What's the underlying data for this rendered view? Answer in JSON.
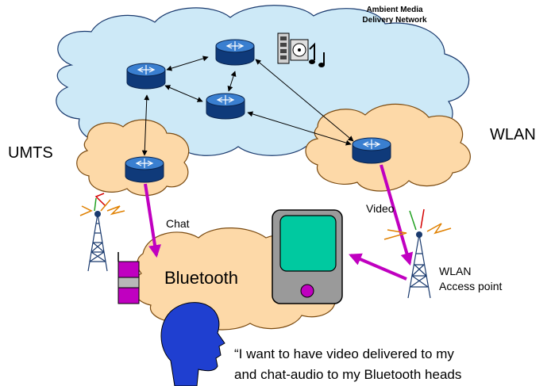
{
  "networks": {
    "core_title_line1": "Ambient Media",
    "core_title_line2": "Delivery Network",
    "umts": "UMTS",
    "wlan": "WLAN"
  },
  "flows": {
    "chat": "Chat",
    "video": "Video"
  },
  "bluetooth": "Bluetooth",
  "access_point": {
    "line1": "WLAN",
    "line2": "Access point"
  },
  "quote": {
    "line1": "“I want to have video delivered to my",
    "line2": "and chat-audio to my Bluetooth heads"
  },
  "colors": {
    "core_cloud": "#cde9f7",
    "access_cloud": "#fdd9a8",
    "router": "#1f5aa8",
    "flow_arrow": "#c000c0",
    "device_screen": "#00c9a0",
    "device_body": "#9a9a9a",
    "head": "#1f3fd0"
  },
  "icons": [
    "router-icon",
    "media-server-icon",
    "cell-tower-icon",
    "headset-icon",
    "pda-device-icon",
    "person-head-icon"
  ]
}
